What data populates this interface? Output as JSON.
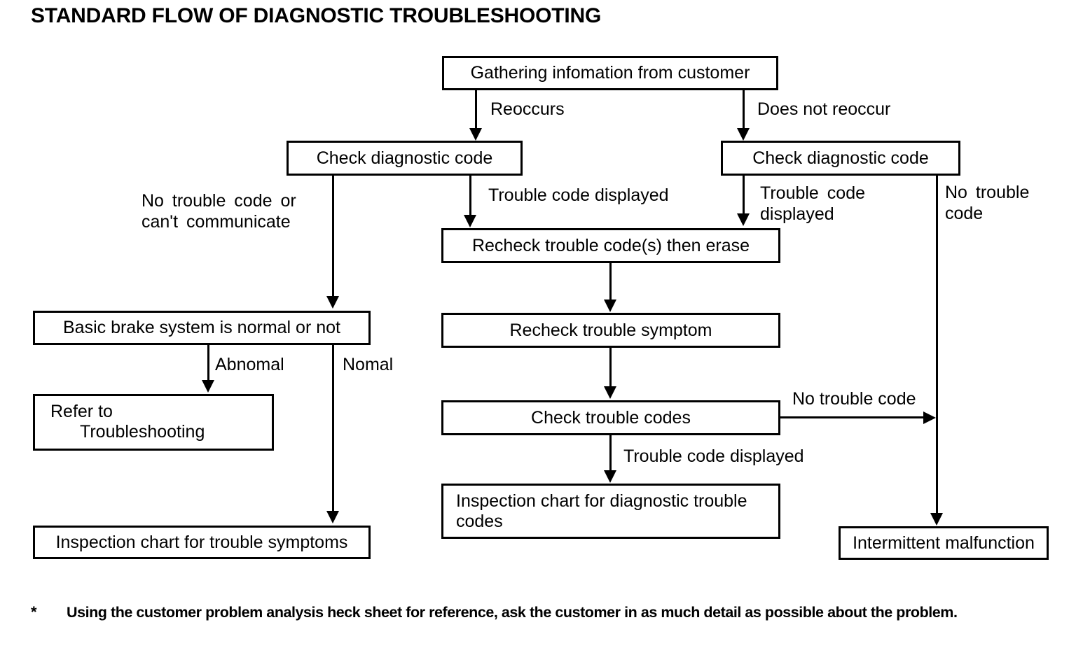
{
  "title": "STANDARD FLOW OF DIAGNOSTIC TROUBLESHOOTING",
  "nodes": {
    "gathering_info": "Gathering infomation from customer",
    "check_diag_left": "Check diagnostic code",
    "check_diag_right": "Check diagnostic code",
    "recheck_codes_erase": "Recheck trouble code(s) then erase",
    "recheck_symptom": "Recheck trouble symptom",
    "check_trouble_codes": "Check trouble codes",
    "basic_brake": "Basic brake system is normal or not",
    "refer_line1": "Refer to",
    "refer_line2": "Troubleshooting",
    "inspection_symptoms": "Inspection chart for trouble symptoms",
    "inspection_codes": "Inspection chart for diagnostic trouble codes",
    "intermittent": "Intermittent malfunction"
  },
  "edges": {
    "reoccurs": "Reoccurs",
    "does_not_reoccur": "Does not reoccur",
    "no_code_or_cant_comm": "No  trouble  code  or\ncan't communicate",
    "trouble_code_displayed_mid": "Trouble code displayed",
    "trouble_code_displayed_right": "Trouble  code\ndisplayed",
    "no_trouble_code_right": "No  trouble\ncode",
    "abnomal": "Abnomal",
    "nomal": "Nomal",
    "no_trouble_code_mid": "No trouble code",
    "trouble_code_displayed_lower": "Trouble code displayed"
  },
  "footnote": {
    "marker": "*",
    "text": "Using the customer problem analysis heck sheet for reference, ask the customer in as much detail as possible about the problem."
  },
  "colors": {
    "background": "#ffffff",
    "ink": "#000000"
  }
}
